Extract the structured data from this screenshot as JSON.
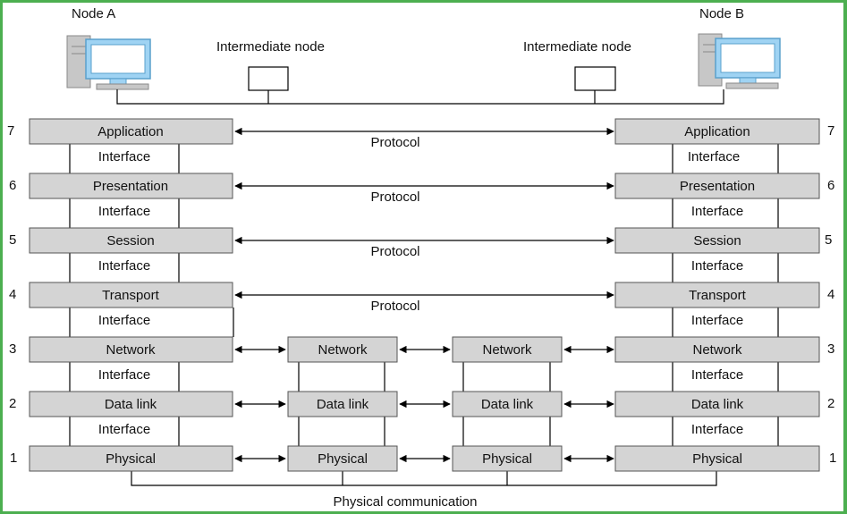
{
  "nodes": {
    "node_a": "Node A",
    "node_b": "Node B",
    "intermediate_left": "Intermediate node",
    "intermediate_right": "Intermediate node"
  },
  "layers": [
    {
      "number": "7",
      "name": "Application"
    },
    {
      "number": "6",
      "name": "Presentation"
    },
    {
      "number": "5",
      "name": "Session"
    },
    {
      "number": "4",
      "name": "Transport"
    },
    {
      "number": "3",
      "name": "Network"
    },
    {
      "number": "2",
      "name": "Data link"
    },
    {
      "number": "1",
      "name": "Physical"
    }
  ],
  "interface_label": "Interface",
  "protocol_label": "Protocol",
  "intermediate_layers": [
    "Network",
    "Data link",
    "Physical"
  ],
  "physical_communication": "Physical communication",
  "colors": {
    "frame": "#4caf50",
    "layer_box": "#d4d4d4",
    "monitor_screen": "#9fd3f3"
  }
}
